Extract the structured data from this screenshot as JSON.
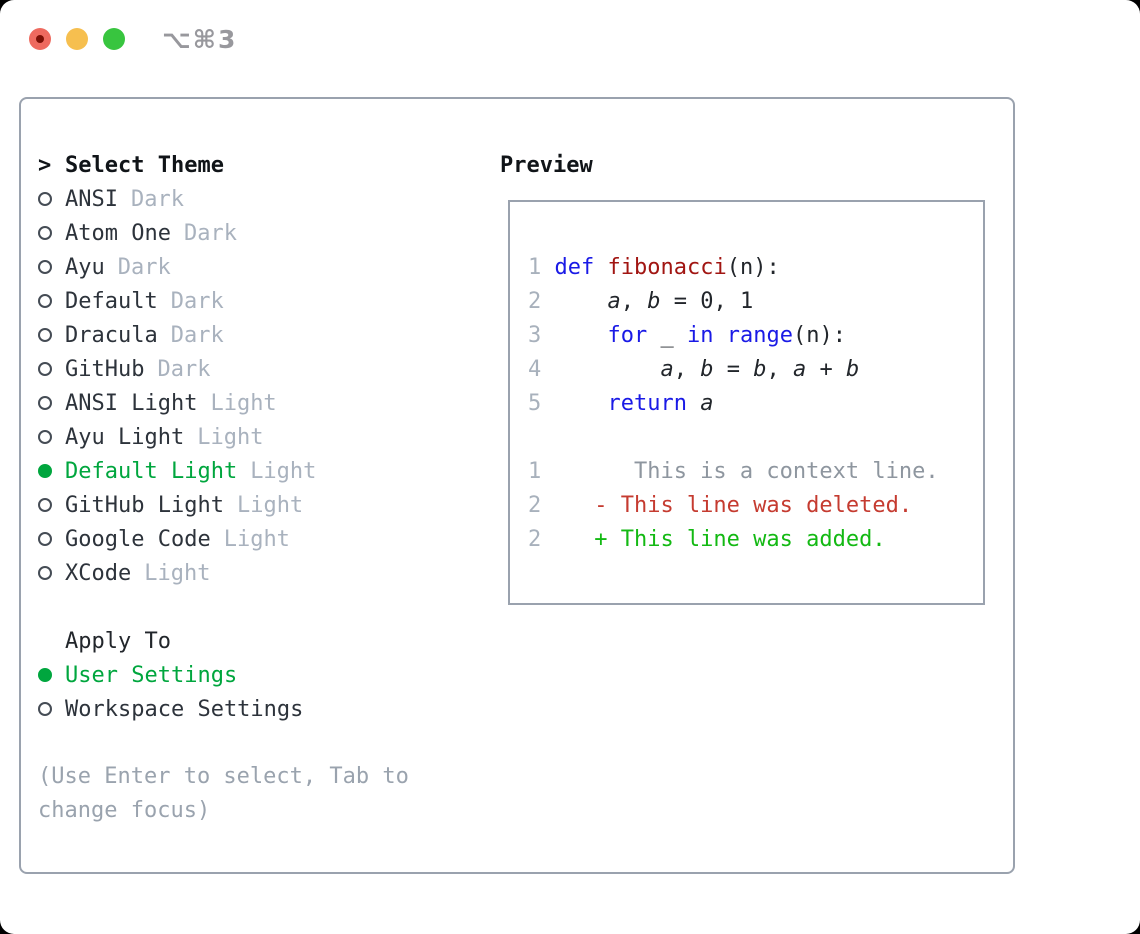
{
  "window": {
    "title": "⌥⌘3",
    "traffic_lights": [
      "close",
      "minimize",
      "zoom"
    ]
  },
  "theme_picker": {
    "heading_marker": ">",
    "heading": "Select Theme",
    "items": [
      {
        "name": "ANSI",
        "variant": "Dark",
        "selected": false
      },
      {
        "name": "Atom One",
        "variant": "Dark",
        "selected": false
      },
      {
        "name": "Ayu",
        "variant": "Dark",
        "selected": false
      },
      {
        "name": "Default",
        "variant": "Dark",
        "selected": false
      },
      {
        "name": "Dracula",
        "variant": "Dark",
        "selected": false
      },
      {
        "name": "GitHub",
        "variant": "Dark",
        "selected": false
      },
      {
        "name": "ANSI Light",
        "variant": "Light",
        "selected": false
      },
      {
        "name": "Ayu Light",
        "variant": "Light",
        "selected": false
      },
      {
        "name": "Default Light",
        "variant": "Light",
        "selected": true
      },
      {
        "name": "GitHub Light",
        "variant": "Light",
        "selected": false
      },
      {
        "name": "Google Code",
        "variant": "Light",
        "selected": false
      },
      {
        "name": "XCode",
        "variant": "Light",
        "selected": false
      }
    ]
  },
  "apply_to": {
    "heading": "Apply To",
    "options": [
      {
        "label": "User Settings",
        "selected": true
      },
      {
        "label": "Workspace Settings",
        "selected": false
      }
    ]
  },
  "help_text": "(Use Enter to select, Tab to change focus)",
  "preview": {
    "heading": "Preview",
    "lines": [
      {
        "num": "1",
        "segs": [
          {
            "c": "kw",
            "t": "def"
          },
          {
            "c": "plain",
            "t": " "
          },
          {
            "c": "fn",
            "t": "fibonacci"
          },
          {
            "c": "plain",
            "t": "(n):"
          }
        ]
      },
      {
        "num": "2",
        "segs": [
          {
            "c": "plain",
            "t": "    "
          },
          {
            "c": "var",
            "t": "a"
          },
          {
            "c": "plain",
            "t": ", "
          },
          {
            "c": "var",
            "t": "b"
          },
          {
            "c": "plain",
            "t": " = 0, 1"
          }
        ]
      },
      {
        "num": "3",
        "segs": [
          {
            "c": "plain",
            "t": "    "
          },
          {
            "c": "kw",
            "t": "for"
          },
          {
            "c": "plain",
            "t": " _ "
          },
          {
            "c": "kw",
            "t": "in"
          },
          {
            "c": "plain",
            "t": " "
          },
          {
            "c": "kw",
            "t": "range"
          },
          {
            "c": "plain",
            "t": "(n):"
          }
        ]
      },
      {
        "num": "4",
        "segs": [
          {
            "c": "plain",
            "t": "        "
          },
          {
            "c": "var",
            "t": "a"
          },
          {
            "c": "plain",
            "t": ", "
          },
          {
            "c": "var",
            "t": "b"
          },
          {
            "c": "plain",
            "t": " = "
          },
          {
            "c": "var",
            "t": "b"
          },
          {
            "c": "plain",
            "t": ", "
          },
          {
            "c": "var",
            "t": "a"
          },
          {
            "c": "plain",
            "t": " + "
          },
          {
            "c": "var",
            "t": "b"
          }
        ]
      },
      {
        "num": "5",
        "segs": [
          {
            "c": "plain",
            "t": "    "
          },
          {
            "c": "kw",
            "t": "return"
          },
          {
            "c": "plain",
            "t": " "
          },
          {
            "c": "var",
            "t": "a"
          }
        ]
      },
      {
        "num": "",
        "segs": []
      },
      {
        "num": "1",
        "segs": [
          {
            "c": "ctx",
            "t": "      This is a context line."
          }
        ]
      },
      {
        "num": "2",
        "segs": [
          {
            "c": "del",
            "t": "   - This line was deleted."
          }
        ]
      },
      {
        "num": "2",
        "segs": [
          {
            "c": "add",
            "t": "   + This line was added."
          }
        ]
      }
    ]
  },
  "colors": {
    "accent_green": "#00a63e",
    "keyword_blue": "#1a1ae6",
    "function_red": "#a11512",
    "diff_added_green": "#13b913",
    "diff_deleted_red": "#c53b30",
    "context_gray": "#8e969f",
    "muted_gray": "#a9b2be",
    "border_gray": "#9aa2ae",
    "traffic_red": "#ee6a5f",
    "traffic_yellow": "#f6bf4f",
    "traffic_green": "#38c53f"
  }
}
